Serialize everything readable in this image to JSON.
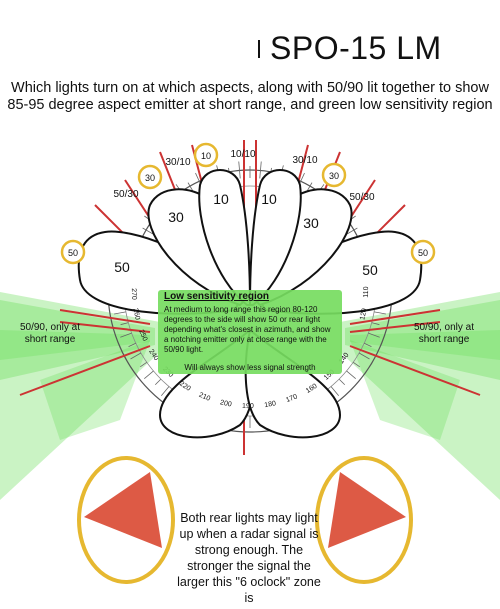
{
  "header": {
    "title": "SPO-15 LM",
    "subtitle": "Which lights turn on at which aspects, along with 50/90 lit together to show 85-95 degree aspect emitter at short range, and green low sensitivity region"
  },
  "lobes": {
    "center_left": "10",
    "center_right": "10",
    "mid_left": "30",
    "mid_right": "30",
    "outer_left": "50",
    "outer_right": "50"
  },
  "circle_labels": {
    "top": "10",
    "c30_left": "30",
    "c30_right": "30",
    "c50_left": "50",
    "c50_right": "50"
  },
  "outer_labels": {
    "top": "10/10",
    "left_30_10": "30/10",
    "right_30_10": "30/10",
    "left_50_30": "50/30",
    "right_50_30": "50/30"
  },
  "low_sensitivity": {
    "title": "Low sensitivity region",
    "body": "At medium to long range this region 80-120 degrees to the side will show 50 or rear light depending what's closest in azimuth, and show a notching emitter only at close range with the 50/90 light.",
    "footer": "Will always show less signal strength"
  },
  "side_notes": {
    "left": "50/90, only at short range",
    "right": "50/90, only at short range"
  },
  "rear_note": "Both rear lights may light up when a radar signal is strong enough. The stronger the signal the larger this \"6 oclock\" zone is",
  "compass_labels": [
    "270",
    "260",
    "250",
    "240",
    "230",
    "220",
    "210",
    "200",
    "190",
    "180",
    "170",
    "160",
    "150",
    "140",
    "120",
    "110"
  ],
  "colors": {
    "green_zone": "#66dd55",
    "red_line": "#cc3333",
    "circle": "#e6b830",
    "rear_triangle": "#dd5a45"
  }
}
